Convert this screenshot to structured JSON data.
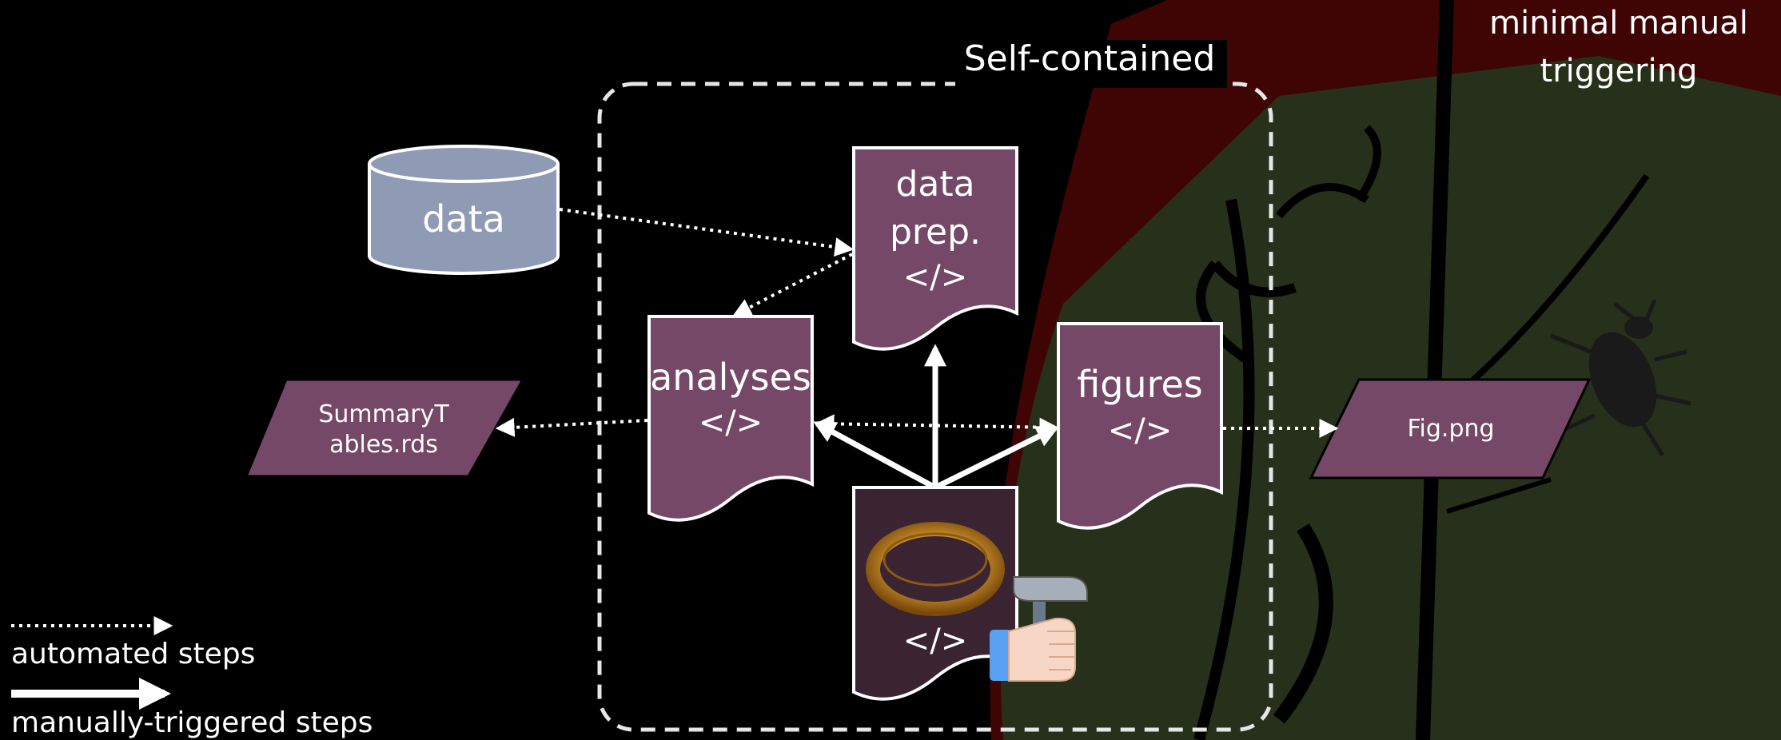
{
  "diagram": {
    "container_label": "Self-contained",
    "corner_note": [
      "minimal manual",
      "triggering"
    ],
    "nodes": {
      "data": "data",
      "data_prep": [
        "data",
        "prep.",
        "</>"
      ],
      "analyses": [
        "analyses",
        "</>"
      ],
      "figures": [
        "figures",
        "</>"
      ],
      "trigger_script": "</>",
      "summary_output": [
        "SummaryT",
        "ables.rds"
      ],
      "figure_output": "Fig.png"
    },
    "legend": {
      "automated": "automated steps",
      "manual": "manually-triggered steps"
    },
    "icons": [
      "one-ring-icon",
      "hammer-hand-icon",
      "tree-emblem-icon",
      "beetle-icon"
    ]
  },
  "colors": {
    "background": "#000000",
    "node_fill": "#744866",
    "trigger_node_fill": "#3a2431",
    "database_fill": "#8f9bb5",
    "stroke": "#ffffff",
    "emblem_green": "#2a3415",
    "emblem_red": "#5a0808"
  }
}
